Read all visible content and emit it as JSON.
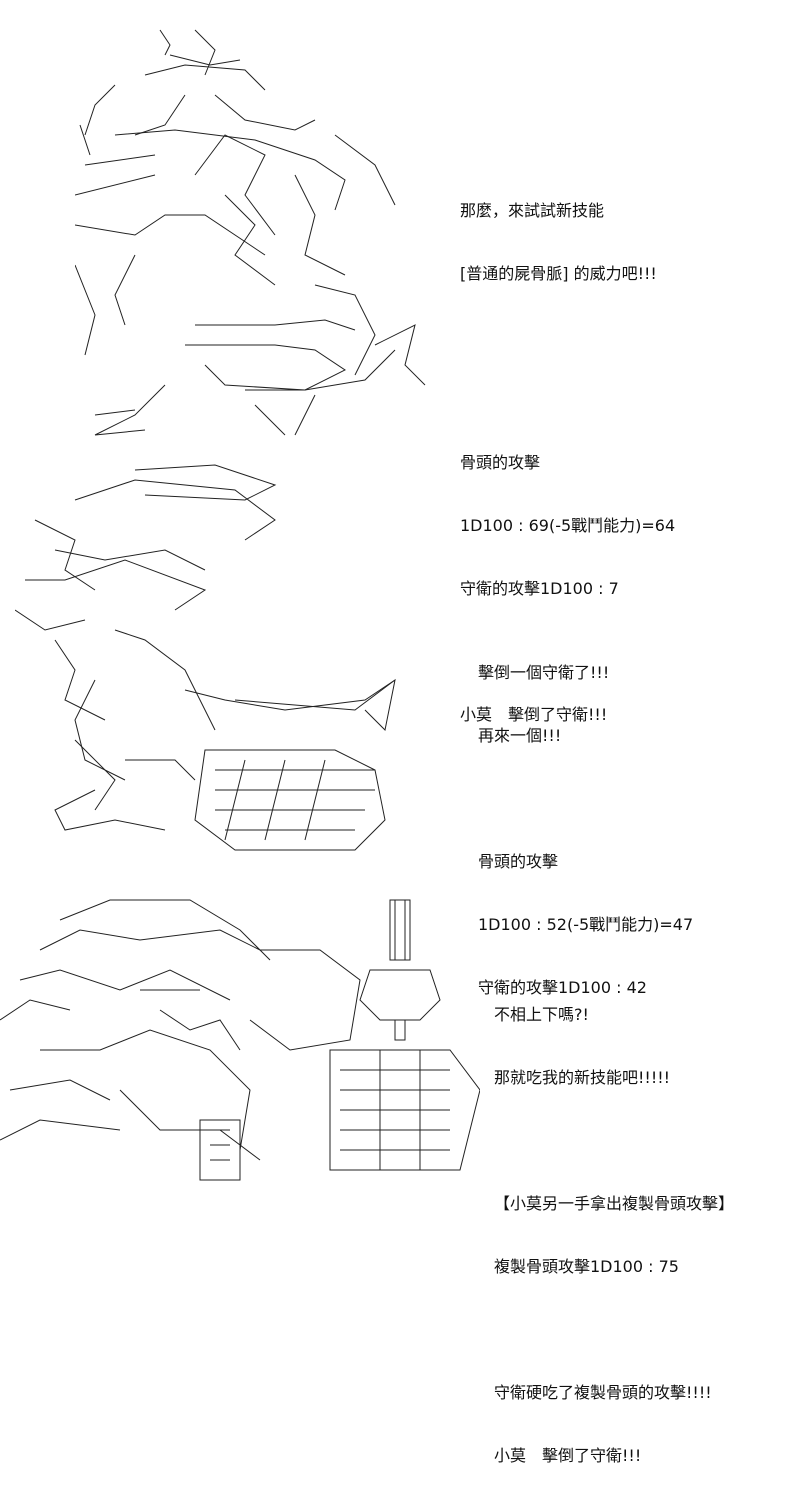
{
  "panels": [
    {
      "lines": [
        "那麼，來試試新技能",
        "[普通的屍骨脈] 的威力吧!!!",
        "",
        "",
        "骨頭的攻擊",
        "1D100 : 69(-5戰鬥能力)=64",
        "守衛的攻擊1D100 : 7",
        "",
        "小莫　擊倒了守衛!!!"
      ]
    },
    {
      "lines": [
        "擊倒一個守衛了!!!",
        "再來一個!!!",
        "",
        "骨頭的攻擊",
        "1D100 : 52(-5戰鬥能力)=47",
        "守衛的攻擊1D100 : 42"
      ]
    },
    {
      "lines": [
        "不相上下嗎?!",
        "那就吃我的新技能吧!!!!!",
        "",
        "【小莫另一手拿出複製骨頭攻擊】",
        "複製骨頭攻擊1D100 : 75",
        "",
        "守衛硬吃了複製骨頭的攻擊!!!!",
        "小莫　擊倒了守衛!!!"
      ]
    }
  ]
}
